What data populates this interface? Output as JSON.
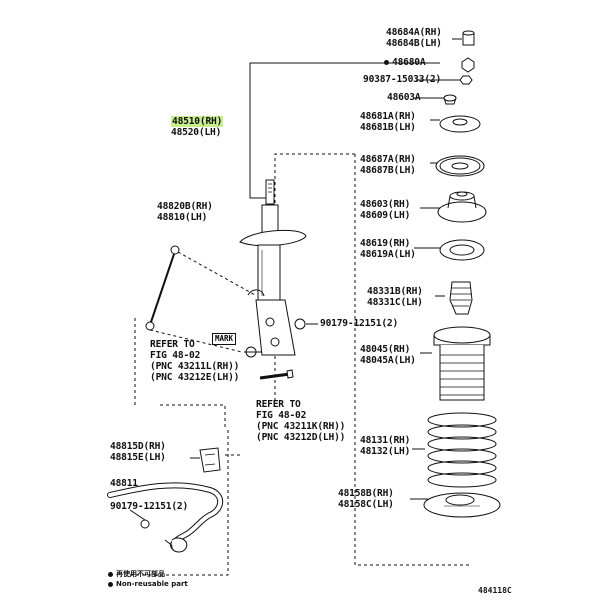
{
  "labels": {
    "p48684": [
      "48684A(RH)",
      "48684B(LH)"
    ],
    "p48680": "48680A",
    "p90387": "90387-15033(2)",
    "p48603A": "48603A",
    "p48681": [
      "48681A(RH)",
      "48681B(LH)"
    ],
    "p48510": "48510(RH)",
    "p48520": "48520(LH)",
    "p48687": [
      "48687A(RH)",
      "48687B(LH)"
    ],
    "p48603": [
      "48603(RH)",
      "48609(LH)"
    ],
    "p48820": [
      "48820B(RH)",
      "48810(LH)"
    ],
    "p48619": [
      "48619(RH)",
      "48619A(LH)"
    ],
    "p48331": [
      "48331B(RH)",
      "48331C(LH)"
    ],
    "p90179a": "90179-12151(2)",
    "mark": "MARK",
    "refer1": [
      "REFER TO",
      "FIG 48-02",
      "(PNC 43211L(RH))",
      "(PNC 43212E(LH))"
    ],
    "p48045": [
      "48045(RH)",
      "48045A(LH)"
    ],
    "refer2": [
      "REFER TO",
      "FIG 48-02",
      "(PNC 43211K(RH))",
      "(PNC 43212D(LH))"
    ],
    "p48131": [
      "48131(RH)",
      "48132(LH)"
    ],
    "p48815": [
      "48815D(RH)",
      "48815E(LH)"
    ],
    "p48811": "48811",
    "p48158": [
      "48158B(RH)",
      "48158C(LH)"
    ],
    "p90179b": "90179-12151(2)"
  },
  "notes": {
    "jp": "再使用不可部品",
    "en": "Non-reusable part"
  },
  "figure_id": "484118C",
  "highlight_color": "#c6ef8c"
}
